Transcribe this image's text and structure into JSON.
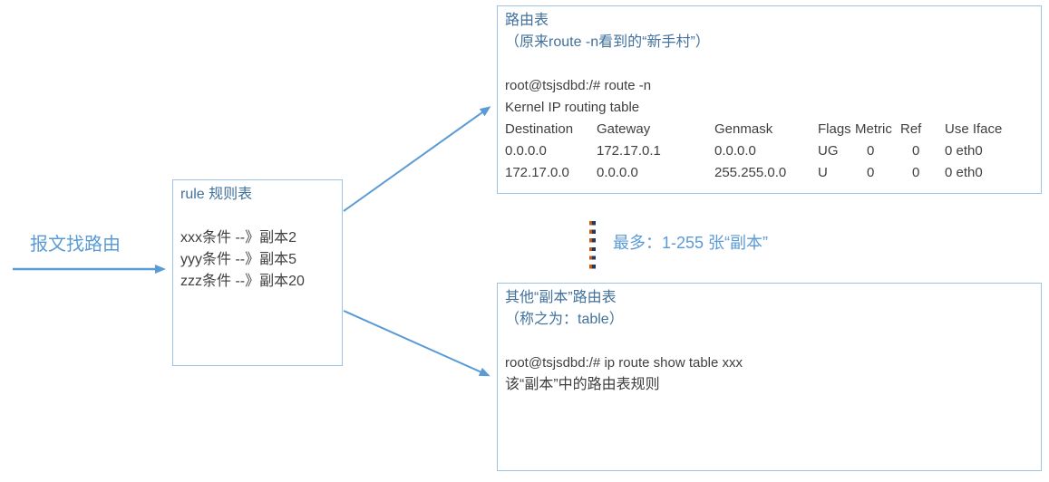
{
  "left_flow": {
    "label": "报文找路由"
  },
  "rule_box": {
    "title": "rule 规则表",
    "entries": [
      "xxx条件 --》副本2",
      "yyy条件 --》副本5",
      "zzz条件 --》副本20"
    ]
  },
  "main_route_box": {
    "title": "路由表",
    "subtitle": "（原来route -n看到的“新手村”）",
    "command": "root@tsjsdbd:/# route -n",
    "table_caption": "Kernel IP routing table",
    "columns": [
      "Destination",
      "Gateway",
      "Genmask",
      "Flags",
      "Metric",
      "Ref",
      "Use Iface"
    ],
    "rows": [
      [
        "0.0.0.0",
        "172.17.0.1",
        "0.0.0.0",
        "UG",
        "0",
        "0",
        "0 eth0"
      ],
      [
        "172.17.0.0",
        "0.0.0.0",
        "255.255.0.0",
        "U",
        "0",
        "0",
        "0 eth0"
      ]
    ]
  },
  "capacity_note": {
    "label": "最多：1-255 张“副本”"
  },
  "other_route_box": {
    "title": "其他“副本”路由表",
    "subtitle": "（称之为：table）",
    "command": "root@tsjsdbd:/# ip route show table xxx",
    "description": "该“副本”中的路由表规则"
  },
  "colors": {
    "accent_blue": "#5B9BD5",
    "title_blue": "#41719C",
    "border_blue": "#9DC3E6",
    "body_text": "#3F3F3F",
    "dot_orange": "#C55A11",
    "dot_navy": "#1F3864"
  }
}
